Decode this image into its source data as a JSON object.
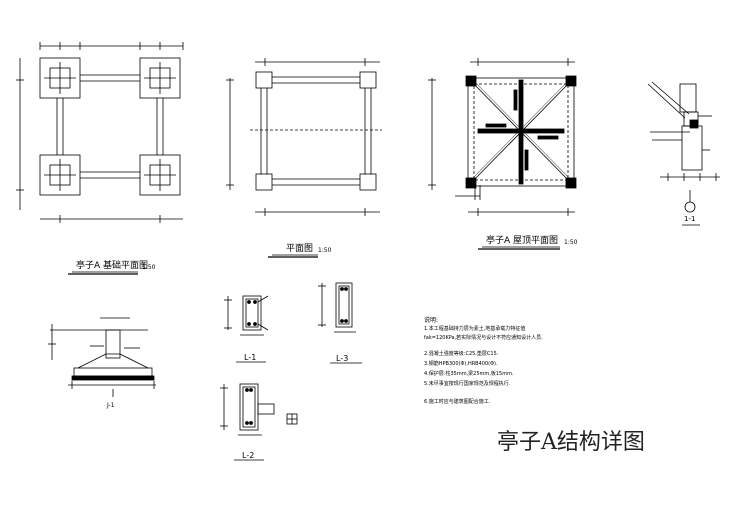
{
  "titles": {
    "foundation_plan": "亭子A 基础平面图",
    "foundation_scale": "1:50",
    "plan": "平面图",
    "plan_scale": "1:50",
    "roof_plan": "亭子A 屋顶平面图",
    "roof_scale": "1:50",
    "drawing_title": "亭子A结构详图"
  },
  "section_labels": {
    "j1": "J-1",
    "l1": "L-1",
    "l2": "L-2",
    "l3": "L-3",
    "right_detail": "1-1"
  },
  "notes": {
    "heading": "说明:",
    "lines": [
      "1.本工程基础持力层为素土,地基承载力特征值",
      "  fak=120KPa,若实际情况与设计不符应通知设计人员.",
      "2.混凝土强度等级:C25,垫层C15.",
      "3.钢筋HPB300(Φ),HRB400(Φ).",
      "4.保护层:柱35mm,梁25mm,板15mm.",
      "5.未尽事宜按现行国家规范及规程执行.",
      "6.施工时应与建筑图配合施工."
    ]
  },
  "colors": {
    "line": "#000000",
    "accent": "#1a1a1a"
  }
}
